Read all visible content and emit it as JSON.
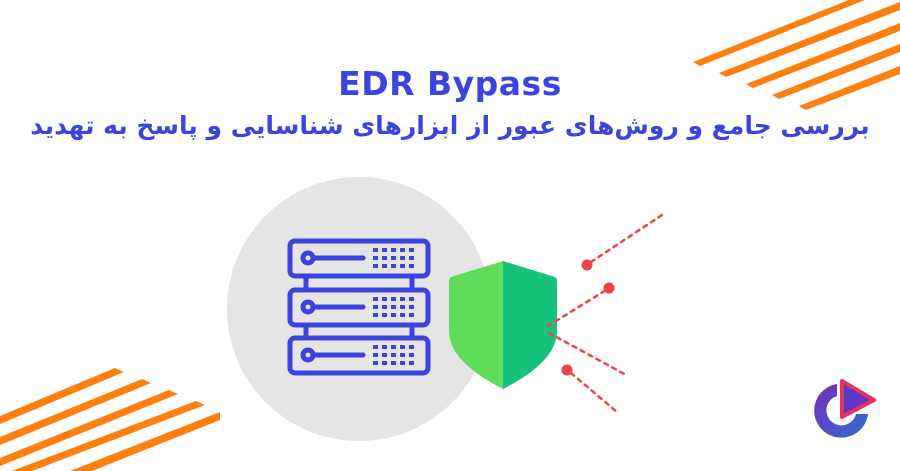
{
  "banner": {
    "title": "EDR Bypass",
    "subtitle": "بررسی جامع و روش‌های عبور از ابزارهای شناسایی و پاسخ به تهدید"
  },
  "illustration": {
    "server_icon": "server-rack-icon",
    "shield_icon": "security-shield-icon",
    "threat_lines": "red-dotted-attack-lines",
    "decoration": "orange-diagonal-stripes"
  },
  "logo": {
    "icon": "play-circle-logo-icon"
  },
  "colors": {
    "primary_blue": "#3b43e0",
    "orange": "#ff7f0e",
    "circle_gray": "#e5e5e5",
    "shield_light": "#5fdc5a",
    "shield_dark": "#16c37a",
    "threat_red": "#ee4448",
    "logo_purple": "#6a2fb8",
    "logo_blue": "#2b6fd6",
    "logo_pink": "#e2345e"
  }
}
